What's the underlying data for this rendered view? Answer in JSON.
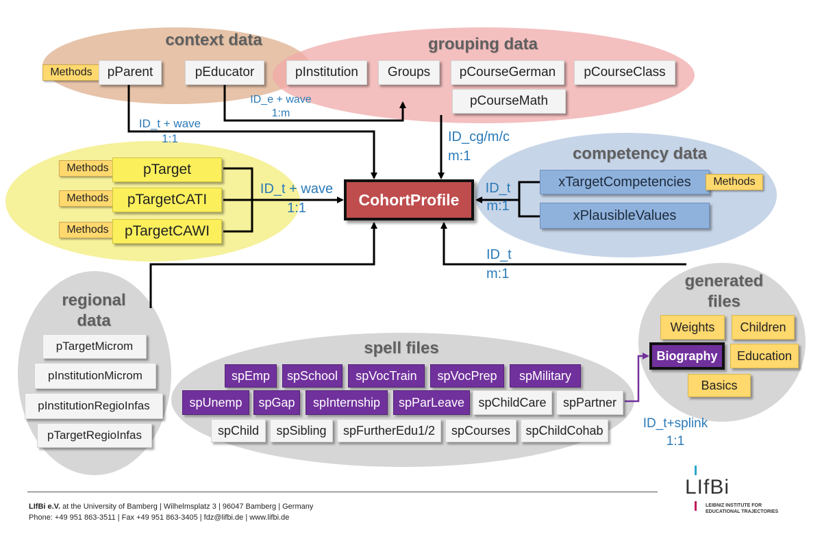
{
  "groups": {
    "context": "context data",
    "grouping": "grouping data",
    "competency": "competency data",
    "regional_line1": "regional",
    "regional_line2": "data",
    "spell": "spell files",
    "generated_line1": "generated",
    "generated_line2": "files"
  },
  "boxes": {
    "methods": "Methods",
    "pParent": "pParent",
    "pEducator": "pEducator",
    "pInstitution": "pInstitution",
    "groups": "Groups",
    "pCourseGerman": "pCourseGerman",
    "pCourseClass": "pCourseClass",
    "pCourseMath": "pCourseMath",
    "pTarget": "pTarget",
    "pTargetCATI": "pTargetCATI",
    "pTargetCAWI": "pTargetCAWI",
    "cohortProfile": "CohortProfile",
    "xTargetCompetencies": "xTargetCompetencies",
    "xPlausibleValues": "xPlausibleValues",
    "regional": [
      "pTargetMicrom",
      "pInstitutionMicrom",
      "pInstitutionRegioInfas",
      "pTargetRegioInfas"
    ],
    "spell_row1": [
      "spEmp",
      "spSchool",
      "spVocTrain",
      "spVocPrep",
      "spMilitary"
    ],
    "spell_row2_purple": [
      "spUnemp",
      "spGap",
      "spInternship",
      "spParLeave"
    ],
    "spell_row2_white": [
      "spChildCare",
      "spPartner"
    ],
    "spell_row3": [
      "spChild",
      "spSibling",
      "spFurtherEdu1/2",
      "spCourses",
      "spChildCohab"
    ],
    "weights": "Weights",
    "children": "Children",
    "biography": "Biography",
    "education": "Education",
    "basics": "Basics"
  },
  "links": {
    "parent_line1": "ID_t + wave",
    "parent_line2": "1:1",
    "educator_line1": "ID_e + wave",
    "educator_line2": "1:m",
    "grouping_line1": "ID_cg/m/c",
    "grouping_line2": "m:1",
    "target_line1": "ID_t + wave",
    "target_line2": "1:1",
    "competency_line1": "ID_t",
    "competency_line2": "m:1",
    "generated_line1": "ID_t",
    "generated_line2": "m:1",
    "splink_line1": "ID_t+splink",
    "splink_line2": "1:1"
  },
  "footer": {
    "org": "LIfBi e.V.",
    "line1": " at the University of Bamberg | Wilhelmsplatz 3 | 96047 Bamberg | Germany",
    "line2": "Phone: +49 951 863-3511 | Fax +49 951 863-3405 | fdz@lifbi.de  | www.lifbi.de"
  },
  "logo": {
    "wordmark": "LIfBi",
    "tagline1": "LEIBNIZ INSTITUTE FOR",
    "tagline2": "EDUCATIONAL TRAJECTORIES"
  },
  "colors": {
    "context_ellipse": "#e2b99a",
    "grouping_ellipse": "#f0a9a9",
    "target_ellipse": "#f4ef8a",
    "competency_ellipse": "#c7d5e8",
    "gray_ellipse": "#d6d6d6",
    "cohort_fill": "#bf4d4d",
    "spell_purple": "#70319c",
    "label_blue": "#2a7ab8"
  }
}
